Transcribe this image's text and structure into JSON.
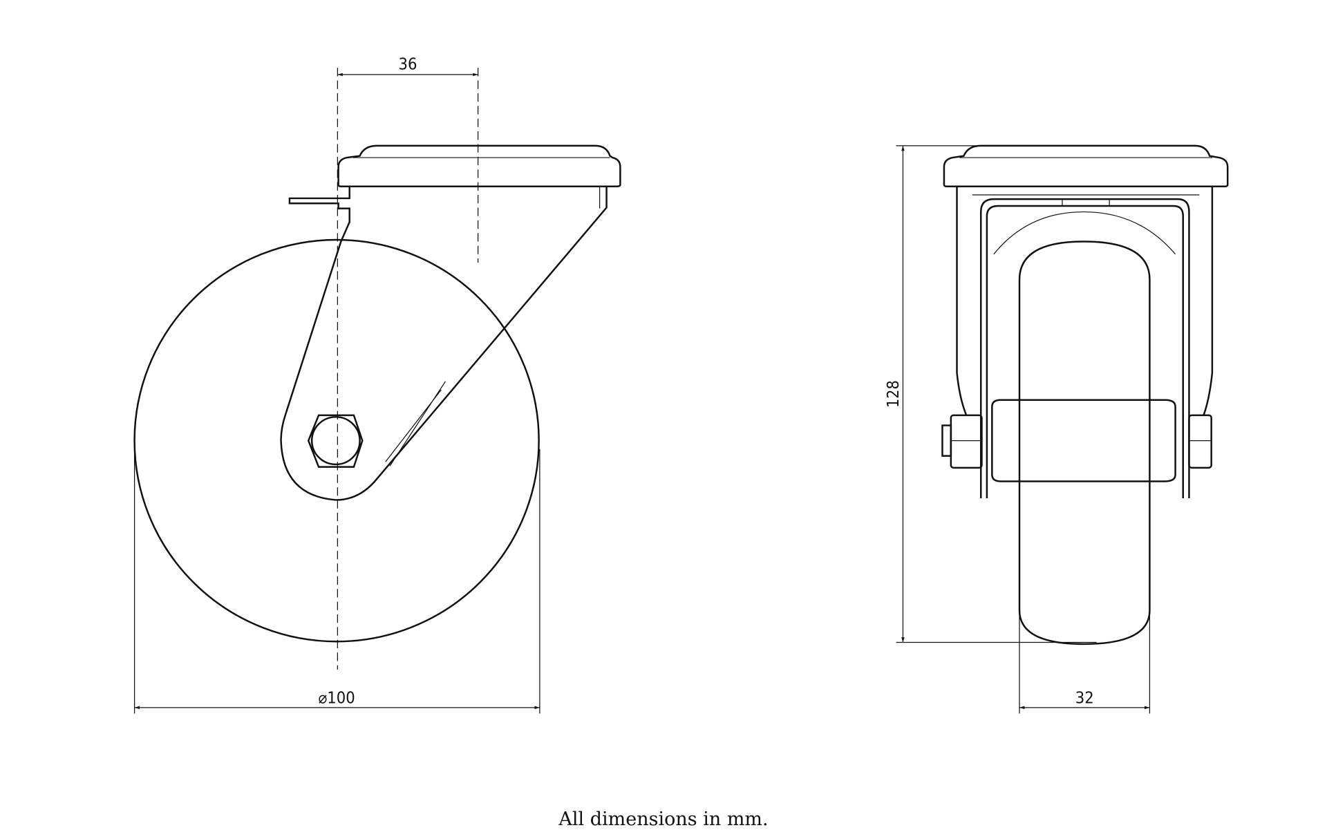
{
  "dimensions": {
    "offset": "36",
    "wheel_diameter": "⌀100",
    "height": "128",
    "wheel_width": "32"
  },
  "footnote": "All dimensions in mm."
}
